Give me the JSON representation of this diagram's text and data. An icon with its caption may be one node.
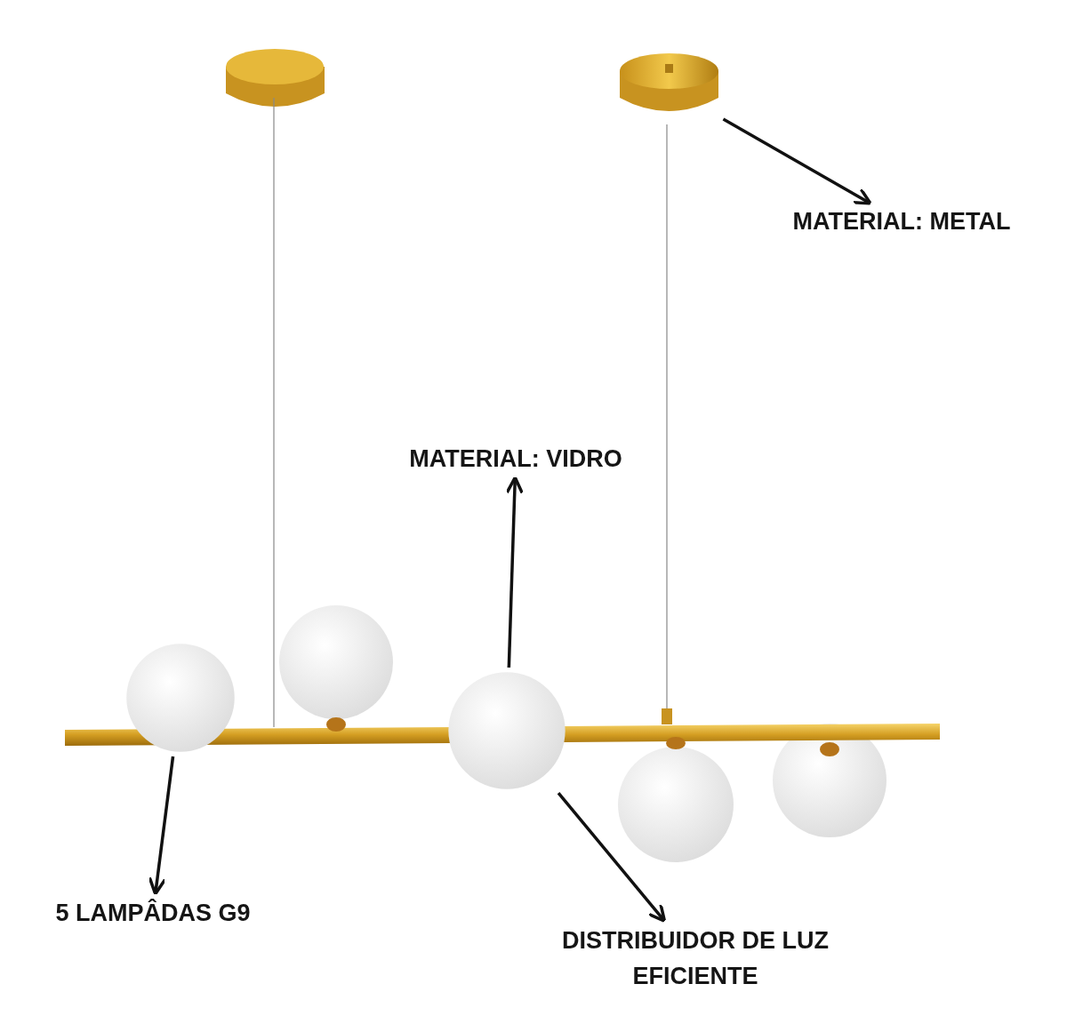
{
  "diagram": {
    "nodes": [
      {
        "text": [
          "MATERIAL: METAL"
        ]
      },
      {
        "text": [
          "MATERIAL: VIDRO"
        ]
      },
      {
        "text": [
          "5 LAMPÂDAS G9"
        ]
      },
      {
        "text": [
          "DISTRIBUIDOR DE LUZ EFICIENTE"
        ]
      },
      {
        "text": [],
        "shape": "cylinder"
      },
      {
        "text": [],
        "shape": "circle"
      },
      {
        "text": [],
        "shape": "circle"
      }
    ],
    "edges": [
      {
        "from": 4,
        "to": 0,
        "arrow": "to"
      },
      {
        "from": 6,
        "to": 1,
        "arrow": "to"
      },
      {
        "from": 5,
        "to": 2,
        "arrow": "to"
      },
      {
        "from": 6,
        "to": 3,
        "arrow": "to"
      }
    ]
  }
}
